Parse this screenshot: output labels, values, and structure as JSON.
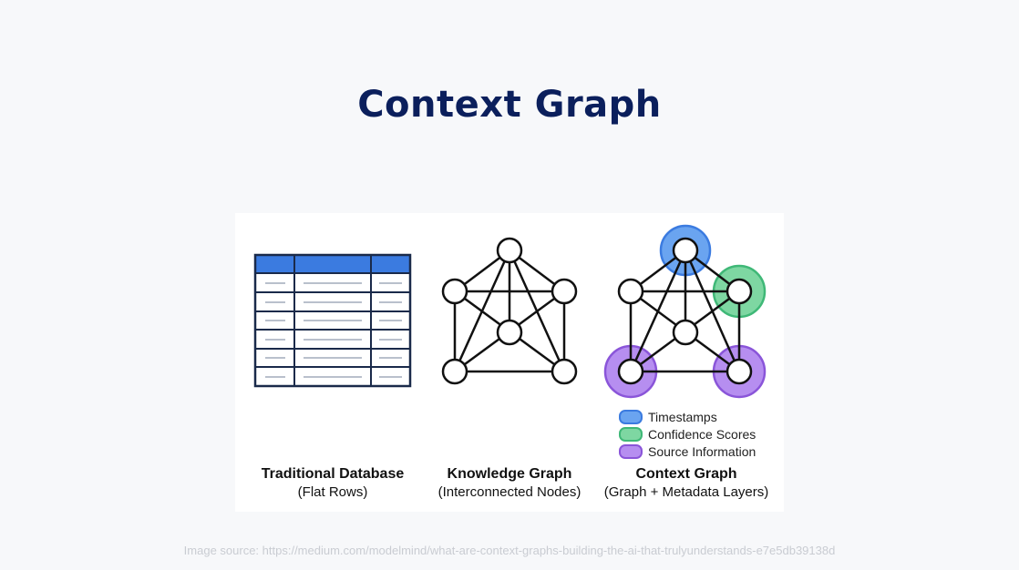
{
  "title": "Context Graph",
  "panels": [
    {
      "title": "Traditional Database",
      "subtitle": "(Flat Rows)"
    },
    {
      "title": "Knowledge Graph",
      "subtitle": "(Interconnected Nodes)"
    },
    {
      "title": "Context Graph",
      "subtitle": "(Graph + Metadata Layers)"
    }
  ],
  "legend": [
    {
      "label": "Timestamps",
      "color": "#4f8fe8"
    },
    {
      "label": "Confidence Scores",
      "color": "#5cc98a"
    },
    {
      "label": "Source Information",
      "color": "#a97be8"
    }
  ],
  "source": "Image source: https://medium.com/modelmind/what-are-context-graphs-building-the-ai-that-trulyunderstands-e7e5db39138d",
  "colors": {
    "header": "#3b7be0",
    "title": "#0b1f5c"
  }
}
